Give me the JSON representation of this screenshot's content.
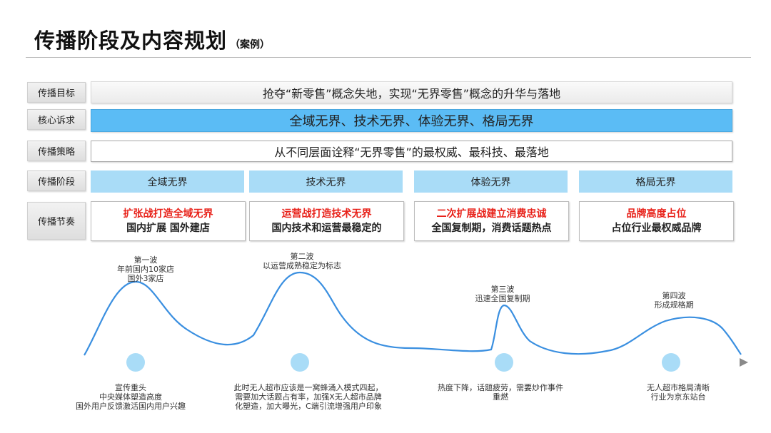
{
  "title": {
    "main": "传播阶段及内容规划",
    "sub": "（案例）"
  },
  "rows": {
    "goal": {
      "label": "传播目标",
      "text": "抢夺“新零售”概念失地，实现“无界零售”概念的升华与落地"
    },
    "core": {
      "label": "核心诉求",
      "text": "全域无界、技术无界、体验无界、格局无界"
    },
    "strategy": {
      "label": "传播策略",
      "text": "从不同层面诠释“无界零售”的最权威、最科技、最落地"
    },
    "stage_label": "传播阶段",
    "rhythm_label": "传播节奏"
  },
  "stages": [
    "全域无界",
    "技术无界",
    "体验无界",
    "格局无界"
  ],
  "rhythm": [
    {
      "red": "扩张战打造全域无界",
      "black": "国内扩展 国外建店"
    },
    {
      "red": "运营战打造技术无界",
      "black": "国内技术和运营最稳定的"
    },
    {
      "red": "二次扩展战建立消费忠诚",
      "black": "全国复制期，消费话题热点"
    },
    {
      "red": "品牌高度占位",
      "black": "占位行业最权威品牌"
    }
  ],
  "waves": [
    {
      "lines": [
        "第一波",
        "年前国内10家店",
        "国外3家店"
      ]
    },
    {
      "lines": [
        "第二波",
        "以运营成熟稳定为标志"
      ]
    },
    {
      "lines": [
        "第三波",
        "迅速全国复制期"
      ]
    },
    {
      "lines": [
        "第四波",
        "形成规格期"
      ]
    }
  ],
  "milestones": [
    {
      "lines": [
        "宣传重头",
        "中央媒体塑造高度",
        "国外用户反馈激活国内用户兴趣"
      ]
    },
    {
      "lines": [
        "此时无人超市应该是一窝蜂涌入模式四起，",
        "需要加大话题占有率，加强X无人超市品牌",
        "化塑造，加大曝光，C端引流增强用户印象"
      ]
    },
    {
      "lines": [
        "热度下降，话题疲劳，需要炒作事件",
        "重燃"
      ]
    },
    {
      "lines": [
        "无人超市格局清晰",
        "行业为京东站台"
      ]
    }
  ],
  "colors": {
    "accent_blue": "#5bbcf5",
    "stage_blue": "#a9dcf7",
    "curve_blue": "#3a8fe0",
    "red_text": "#e8221a"
  }
}
